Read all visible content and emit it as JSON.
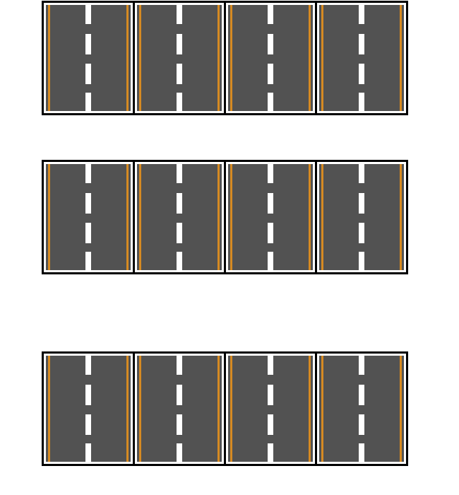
{
  "scene": {
    "tile_type": "two-lane-road",
    "rows": 3,
    "tiles_per_row": 4,
    "colors": {
      "background": "#ffffff",
      "asphalt": "#525252",
      "edge_line": "#d68a22",
      "center_dash": "#ffffff",
      "border": "#000000"
    }
  }
}
